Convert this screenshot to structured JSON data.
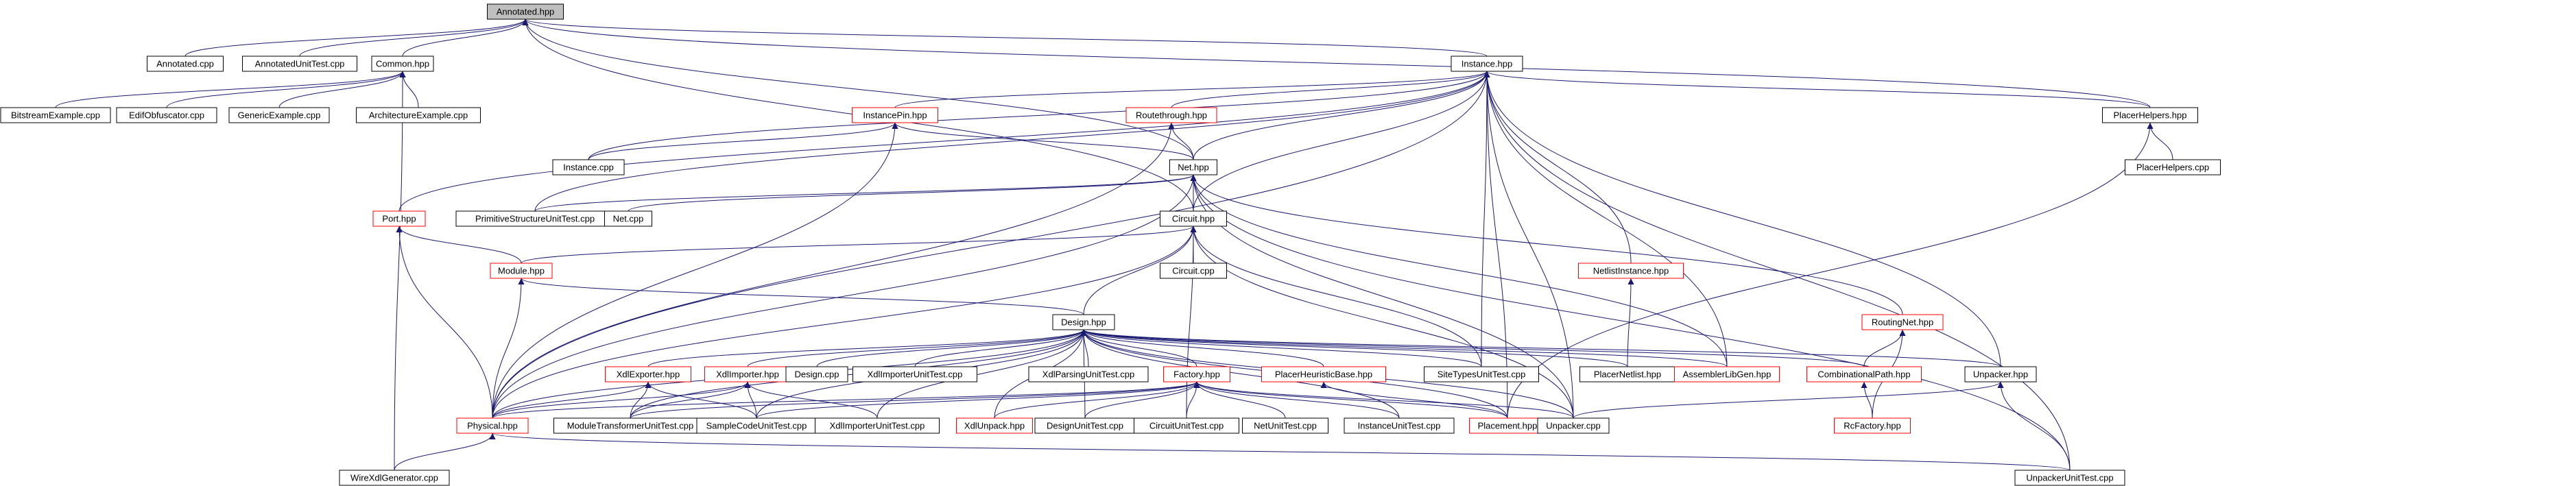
{
  "diagram": {
    "type": "include-dependency-graph",
    "nodes": [
      {
        "id": "annotated_hpp",
        "label": "Annotated.hpp",
        "style": "focus"
      },
      {
        "id": "annotated_cpp",
        "label": "Annotated.cpp",
        "style": "normal"
      },
      {
        "id": "annotatedunittest_cpp",
        "label": "AnnotatedUnitTest.cpp",
        "style": "normal"
      },
      {
        "id": "common_hpp",
        "label": "Common.hpp",
        "style": "normal"
      },
      {
        "id": "bitstreamexample_cpp",
        "label": "BitstreamExample.cpp",
        "style": "normal"
      },
      {
        "id": "edifobfuscator_cpp",
        "label": "EdifObfuscator.cpp",
        "style": "normal"
      },
      {
        "id": "genericexample_cpp",
        "label": "GenericExample.cpp",
        "style": "normal"
      },
      {
        "id": "architectureexample_cpp",
        "label": "ArchitectureExample.cpp",
        "style": "normal"
      },
      {
        "id": "instance_hpp",
        "label": "Instance.hpp",
        "style": "normal"
      },
      {
        "id": "placerhelpers_hpp",
        "label": "PlacerHelpers.hpp",
        "style": "normal"
      },
      {
        "id": "placerhelpers_cpp",
        "label": "PlacerHelpers.cpp",
        "style": "normal"
      },
      {
        "id": "instancepin_hpp",
        "label": "InstancePin.hpp",
        "style": "truncated"
      },
      {
        "id": "routethrough_hpp",
        "label": "Routethrough.hpp",
        "style": "truncated"
      },
      {
        "id": "instance_cpp",
        "label": "Instance.cpp",
        "style": "normal"
      },
      {
        "id": "net_hpp",
        "label": "Net.hpp",
        "style": "normal"
      },
      {
        "id": "port_hpp",
        "label": "Port.hpp",
        "style": "truncated"
      },
      {
        "id": "primitivestructureunittest_cpp",
        "label": "PrimitiveStructureUnitTest.cpp",
        "style": "normal"
      },
      {
        "id": "net_cpp",
        "label": "Net.cpp",
        "style": "normal"
      },
      {
        "id": "circuit_hpp",
        "label": "Circuit.hpp",
        "style": "normal"
      },
      {
        "id": "module_hpp",
        "label": "Module.hpp",
        "style": "truncated"
      },
      {
        "id": "circuit_cpp",
        "label": "Circuit.cpp",
        "style": "normal"
      },
      {
        "id": "netlistinstance_hpp",
        "label": "NetlistInstance.hpp",
        "style": "truncated"
      },
      {
        "id": "routingnet_hpp",
        "label": "RoutingNet.hpp",
        "style": "truncated"
      },
      {
        "id": "design_hpp",
        "label": "Design.hpp",
        "style": "normal"
      },
      {
        "id": "xdlexporter_hpp",
        "label": "XdlExporter.hpp",
        "style": "truncated"
      },
      {
        "id": "xdlimporter_hpp",
        "label": "XdlImporter.hpp",
        "style": "truncated"
      },
      {
        "id": "design_cpp",
        "label": "Design.cpp",
        "style": "normal"
      },
      {
        "id": "xdlimporterunittest_cpp_top",
        "label": "XdlImporterUnitTest.cpp",
        "style": "normal"
      },
      {
        "id": "xdlparsingunittest_cpp",
        "label": "XdlParsingUnitTest.cpp",
        "style": "normal"
      },
      {
        "id": "factory_hpp",
        "label": "Factory.hpp",
        "style": "truncated"
      },
      {
        "id": "placerheuristicbase_hpp",
        "label": "PlacerHeuristicBase.hpp",
        "style": "truncated"
      },
      {
        "id": "sitetypesunittest_cpp",
        "label": "SiteTypesUnitTest.cpp",
        "style": "normal"
      },
      {
        "id": "placernetlist_hpp",
        "label": "PlacerNetlist.hpp",
        "style": "normal"
      },
      {
        "id": "assemblerlibgen_hpp",
        "label": "AssemblerLibGen.hpp",
        "style": "truncated"
      },
      {
        "id": "combinationalpath_hpp",
        "label": "CombinationalPath.hpp",
        "style": "truncated"
      },
      {
        "id": "unpacker_hpp",
        "label": "Unpacker.hpp",
        "style": "normal"
      },
      {
        "id": "physical_hpp",
        "label": "Physical.hpp",
        "style": "truncated"
      },
      {
        "id": "moduletransformerunittest_cpp",
        "label": "ModuleTransformerUnitTest.cpp",
        "style": "normal"
      },
      {
        "id": "samplecodeunittest_cpp",
        "label": "SampleCodeUnitTest.cpp",
        "style": "normal"
      },
      {
        "id": "xdlimporterunittest_cpp",
        "label": "XdlImporterUnitTest.cpp",
        "style": "normal"
      },
      {
        "id": "xdlunpack_hpp",
        "label": "XdlUnpack.hpp",
        "style": "truncated"
      },
      {
        "id": "designunittest_cpp",
        "label": "DesignUnitTest.cpp",
        "style": "normal"
      },
      {
        "id": "circuitunittest_cpp",
        "label": "CircuitUnitTest.cpp",
        "style": "normal"
      },
      {
        "id": "netunittest_cpp",
        "label": "NetUnitTest.cpp",
        "style": "normal"
      },
      {
        "id": "instanceunittest_cpp",
        "label": "InstanceUnitTest.cpp",
        "style": "normal"
      },
      {
        "id": "placement_hpp",
        "label": "Placement.hpp",
        "style": "truncated"
      },
      {
        "id": "unpacker_cpp",
        "label": "Unpacker.cpp",
        "style": "normal"
      },
      {
        "id": "rcfactory_hpp",
        "label": "RcFactory.hpp",
        "style": "truncated"
      },
      {
        "id": "wirexdlgenerator_cpp",
        "label": "WireXdlGenerator.cpp",
        "style": "normal"
      },
      {
        "id": "unpackerunittest_cpp",
        "label": "UnpackerUnitTest.cpp",
        "style": "normal"
      }
    ],
    "edges": [
      [
        "annotated_cpp",
        "annotated_hpp"
      ],
      [
        "annotatedunittest_cpp",
        "annotated_hpp"
      ],
      [
        "common_hpp",
        "annotated_hpp"
      ],
      [
        "instance_hpp",
        "annotated_hpp"
      ],
      [
        "placerhelpers_hpp",
        "annotated_hpp"
      ],
      [
        "net_hpp",
        "annotated_hpp"
      ],
      [
        "circuit_hpp",
        "annotated_hpp"
      ],
      [
        "bitstreamexample_cpp",
        "common_hpp"
      ],
      [
        "edifobfuscator_cpp",
        "common_hpp"
      ],
      [
        "genericexample_cpp",
        "common_hpp"
      ],
      [
        "architectureexample_cpp",
        "common_hpp"
      ],
      [
        "wirexdlgenerator_cpp",
        "common_hpp"
      ],
      [
        "placerhelpers_hpp",
        "instance_hpp"
      ],
      [
        "instancepin_hpp",
        "instance_hpp"
      ],
      [
        "routethrough_hpp",
        "instance_hpp"
      ],
      [
        "instance_cpp",
        "instance_hpp"
      ],
      [
        "net_hpp",
        "instance_hpp"
      ],
      [
        "port_hpp",
        "instance_hpp"
      ],
      [
        "primitivestructureunittest_cpp",
        "instance_hpp"
      ],
      [
        "circuit_hpp",
        "instance_hpp"
      ],
      [
        "netlistinstance_hpp",
        "instance_hpp"
      ],
      [
        "sitetypesunittest_cpp",
        "instance_hpp"
      ],
      [
        "assemblerlibgen_hpp",
        "instance_hpp"
      ],
      [
        "unpacker_hpp",
        "instance_hpp"
      ],
      [
        "physical_hpp",
        "instance_hpp"
      ],
      [
        "unpacker_cpp",
        "instance_hpp"
      ],
      [
        "unpackerunittest_cpp",
        "instance_hpp"
      ],
      [
        "placement_hpp",
        "instance_hpp"
      ],
      [
        "placerhelpers_cpp",
        "placerhelpers_hpp"
      ],
      [
        "placement_hpp",
        "placerhelpers_hpp"
      ],
      [
        "instance_cpp",
        "instancepin_hpp"
      ],
      [
        "net_hpp",
        "instancepin_hpp"
      ],
      [
        "physical_hpp",
        "instancepin_hpp"
      ],
      [
        "net_hpp",
        "routethrough_hpp"
      ],
      [
        "physical_hpp",
        "routethrough_hpp"
      ],
      [
        "circuit_hpp",
        "net_hpp"
      ],
      [
        "net_cpp",
        "net_hpp"
      ],
      [
        "primitivestructureunittest_cpp",
        "net_hpp"
      ],
      [
        "routingnet_hpp",
        "net_hpp"
      ],
      [
        "assemblerlibgen_hpp",
        "net_hpp"
      ],
      [
        "unpacker_cpp",
        "net_hpp"
      ],
      [
        "unpackerunittest_cpp",
        "net_hpp"
      ],
      [
        "physical_hpp",
        "net_hpp"
      ],
      [
        "module_hpp",
        "port_hpp"
      ],
      [
        "physical_hpp",
        "port_hpp"
      ],
      [
        "circuit_cpp",
        "circuit_hpp"
      ],
      [
        "design_hpp",
        "circuit_hpp"
      ],
      [
        "module_hpp",
        "circuit_hpp"
      ],
      [
        "sitetypesunittest_cpp",
        "circuit_hpp"
      ],
      [
        "unpacker_cpp",
        "circuit_hpp"
      ],
      [
        "physical_hpp",
        "circuit_hpp"
      ],
      [
        "circuitunittest_cpp",
        "circuit_hpp"
      ],
      [
        "design_hpp",
        "module_hpp"
      ],
      [
        "physical_hpp",
        "module_hpp"
      ],
      [
        "placernetlist_hpp",
        "netlistinstance_hpp"
      ],
      [
        "combinationalpath_hpp",
        "routingnet_hpp"
      ],
      [
        "rcfactory_hpp",
        "routingnet_hpp"
      ],
      [
        "xdlexporter_hpp",
        "design_hpp"
      ],
      [
        "xdlimporter_hpp",
        "design_hpp"
      ],
      [
        "design_cpp",
        "design_hpp"
      ],
      [
        "xdlimporterunittest_cpp_top",
        "design_hpp"
      ],
      [
        "xdlparsingunittest_cpp",
        "design_hpp"
      ],
      [
        "factory_hpp",
        "design_hpp"
      ],
      [
        "placerheuristicbase_hpp",
        "design_hpp"
      ],
      [
        "sitetypesunittest_cpp",
        "design_hpp"
      ],
      [
        "placernetlist_hpp",
        "design_hpp"
      ],
      [
        "assemblerlibgen_hpp",
        "design_hpp"
      ],
      [
        "combinationalpath_hpp",
        "design_hpp"
      ],
      [
        "unpacker_hpp",
        "design_hpp"
      ],
      [
        "physical_hpp",
        "design_hpp"
      ],
      [
        "moduletransformerunittest_cpp",
        "design_hpp"
      ],
      [
        "samplecodeunittest_cpp",
        "design_hpp"
      ],
      [
        "xdlimporterunittest_cpp",
        "design_hpp"
      ],
      [
        "xdlunpack_hpp",
        "design_hpp"
      ],
      [
        "designunittest_cpp",
        "design_hpp"
      ],
      [
        "instanceunittest_cpp",
        "design_hpp"
      ],
      [
        "placement_hpp",
        "design_hpp"
      ],
      [
        "unpacker_cpp",
        "design_hpp"
      ],
      [
        "physical_hpp",
        "xdlexporter_hpp"
      ],
      [
        "moduletransformerunittest_cpp",
        "xdlexporter_hpp"
      ],
      [
        "samplecodeunittest_cpp",
        "xdlexporter_hpp"
      ],
      [
        "physical_hpp",
        "xdlimporter_hpp"
      ],
      [
        "moduletransformerunittest_cpp",
        "xdlimporter_hpp"
      ],
      [
        "samplecodeunittest_cpp",
        "xdlimporter_hpp"
      ],
      [
        "xdlimporterunittest_cpp",
        "xdlimporter_hpp"
      ],
      [
        "physical_hpp",
        "factory_hpp"
      ],
      [
        "moduletransformerunittest_cpp",
        "factory_hpp"
      ],
      [
        "samplecodeunittest_cpp",
        "factory_hpp"
      ],
      [
        "xdlunpack_hpp",
        "factory_hpp"
      ],
      [
        "designunittest_cpp",
        "factory_hpp"
      ],
      [
        "circuitunittest_cpp",
        "factory_hpp"
      ],
      [
        "netunittest_cpp",
        "factory_hpp"
      ],
      [
        "instanceunittest_cpp",
        "factory_hpp"
      ],
      [
        "placement_hpp",
        "factory_hpp"
      ],
      [
        "unpacker_cpp",
        "factory_hpp"
      ],
      [
        "placement_hpp",
        "placerheuristicbase_hpp"
      ],
      [
        "rcfactory_hpp",
        "combinationalpath_hpp"
      ],
      [
        "unpacker_cpp",
        "unpacker_hpp"
      ],
      [
        "unpackerunittest_cpp",
        "unpacker_hpp"
      ],
      [
        "wirexdlgenerator_cpp",
        "physical_hpp"
      ],
      [
        "unpackerunittest_cpp",
        "physical_hpp"
      ]
    ],
    "colors": {
      "focus_fill": "#bfbfbf",
      "node_fill": "#ffffff",
      "normal_border": "#000000",
      "truncated_border": "#ff0000",
      "edge": "#191970",
      "text": "#000000"
    }
  }
}
